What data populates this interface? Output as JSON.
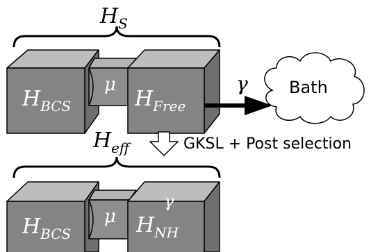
{
  "top_system": {
    "label_base": "H",
    "label_sub": "S",
    "block_left": {
      "base": "H",
      "sub": "BCS"
    },
    "coupling": "μ",
    "block_right": {
      "base": "H",
      "sub": "Free"
    }
  },
  "bath": {
    "coupling": "γ",
    "label": "Bath"
  },
  "transition": {
    "label_base": "H",
    "label_sub": "eff",
    "method": "GKSL + Post selection"
  },
  "bottom_system": {
    "block_left": {
      "base": "H",
      "sub": "BCS"
    },
    "coupling": "μ",
    "block_right": {
      "base": "H",
      "sub": "NH"
    },
    "block_right_param": "γ"
  },
  "colors": {
    "block_front": "#848484",
    "block_top": "#bdbdbd",
    "block_side": "#6e6e6e",
    "connector_front": "#8e8e8e",
    "connector_top": "#b4b4b4",
    "outline": "#000000",
    "text_light": "#ffffff",
    "text_dark": "#000000"
  }
}
